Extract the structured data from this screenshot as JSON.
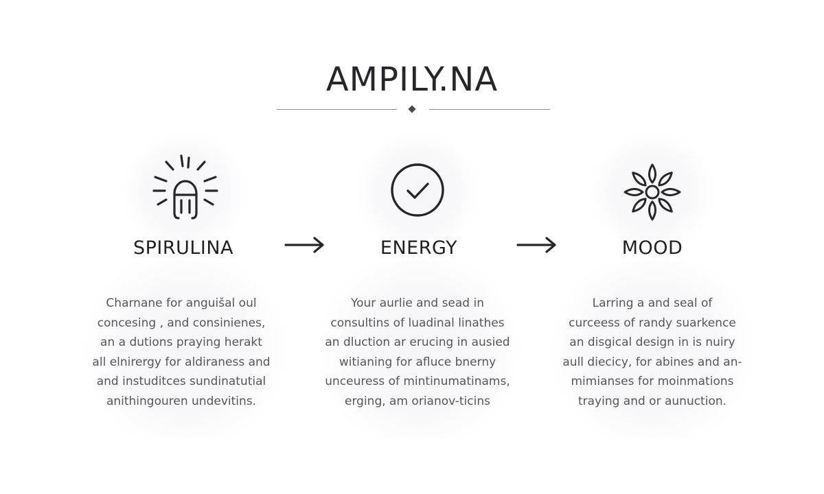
{
  "header": {
    "title": "AMPILY.NA"
  },
  "steps": [
    {
      "label": "SPIRULINA",
      "icon": "lightbulb-icon",
      "lines": [
        "Charnane for anguišal oul",
        "concesing , and consinienes,",
        "an a dutions praying herakt",
        "all elnirergy for aldiraness and",
        "and instuditces sundinatutial",
        "anithingouren undevitins."
      ]
    },
    {
      "label": "ENERGY",
      "icon": "checkmark-circle-icon",
      "lines": [
        "Your aurlie and sead in",
        "consultins of luadinal linathes",
        "an dluction ar erucing in ausied",
        "witianing for afluce bnerny",
        "unceuress of mintinumatinams,",
        "erging, am orianov-ticins"
      ]
    },
    {
      "label": "MOOD",
      "icon": "flower-icon",
      "lines": [
        "Larring a and seal of",
        "curceess of randy suarkence",
        "an disgical design in is nuiry",
        "aull diecicy, for abines and an-",
        "mimianses for moinmations",
        "traying and or aunuction."
      ]
    }
  ],
  "arrows": [
    "arrow-right-icon",
    "arrow-right-icon"
  ],
  "colors": {
    "ink": "#26262b",
    "body_text": "#56565c",
    "divider": "#8a8a8f"
  }
}
